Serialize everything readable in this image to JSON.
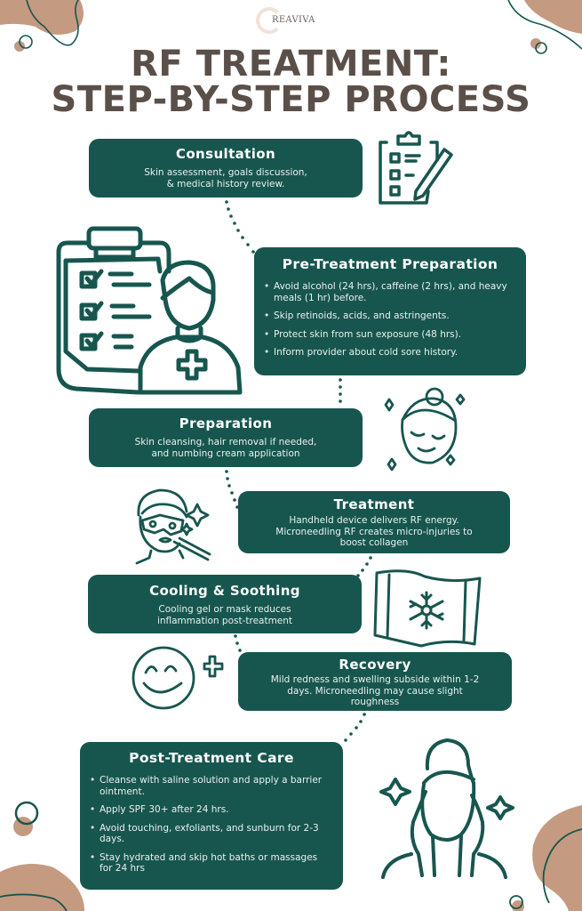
{
  "brand": {
    "logo_text": "REAVIVA"
  },
  "header": {
    "title_line1": "RF TREATMENT:",
    "title_line2": "STEP-BY-STEP PROCESS"
  },
  "colors": {
    "card_bg": "#17564e",
    "title": "#5a4f49",
    "accent_blob": "#c49a80",
    "line": "#17564e",
    "background": "#ffffff"
  },
  "steps": [
    {
      "id": "consultation",
      "title": "Consultation",
      "text": [
        "Skin assessment, goals discussion,",
        "& medical history review."
      ],
      "icon": "clipboard-pencil-icon"
    },
    {
      "id": "pre-treatment",
      "title": "Pre-Treatment Preparation",
      "bullets": [
        "Avoid alcohol (24 hrs), caffeine (2 hrs), and heavy meals (1 hr) before.",
        "Skip retinoids, acids, and astringents.",
        "Protect skin from sun exposure (48 hrs).",
        "Inform provider about cold sore history."
      ],
      "icon": "doctor-clipboard-icon"
    },
    {
      "id": "preparation",
      "title": "Preparation",
      "text": [
        "Skin cleansing, hair removal if needed,",
        "and numbing cream application"
      ],
      "icon": "face-towel-sparkle-icon"
    },
    {
      "id": "treatment",
      "title": "Treatment",
      "text": [
        "Handheld device delivers RF energy.",
        "Microneedling RF creates micro-injuries to",
        "boost collagen"
      ],
      "icon": "face-goggles-device-icon"
    },
    {
      "id": "cooling",
      "title": "Cooling & Soothing",
      "text": [
        "Cooling gel or mask reduces",
        "inflammation post-treatment"
      ],
      "icon": "cooling-pack-snowflake-icon"
    },
    {
      "id": "recovery",
      "title": "Recovery",
      "text": [
        "Mild redness and swelling subside within 1-2",
        "days. Microneedling may cause slight",
        "roughness"
      ],
      "icon": "smiley-plus-icon"
    },
    {
      "id": "post-care",
      "title": "Post-Treatment Care",
      "bullets": [
        "Cleanse with saline solution and apply a barrier ointment.",
        "Apply SPF 30+ after 24 hrs.",
        "Avoid touching, exfoliants, and sunburn for 2-3 days.",
        "Stay hydrated and skip hot baths or massages for 24 hrs"
      ],
      "icon": "woman-hands-face-icon"
    }
  ]
}
